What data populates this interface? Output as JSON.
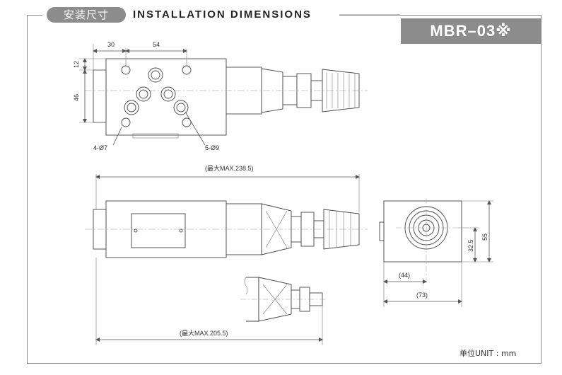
{
  "header": {
    "title_cn": "安装尺寸",
    "title_en": "INSTALLATION DIMENSIONS",
    "model": "MBR–03※"
  },
  "top_view": {
    "dim_left": "30",
    "dim_spacing": "54",
    "dim_top": "12",
    "dim_height": "46",
    "hole_small": "4-Ø7",
    "hole_large": "5-Ø9"
  },
  "front_view": {
    "max_length": "(最大MAX.238.5)"
  },
  "side_view": {
    "dim_height": "55",
    "dim_center": "32.5",
    "dim_offset": "(44)",
    "dim_width": "(73)"
  },
  "alt_view": {
    "max_length": "(最大MAX.205.5)"
  },
  "footer": {
    "unit": "单位UNIT : mm"
  }
}
